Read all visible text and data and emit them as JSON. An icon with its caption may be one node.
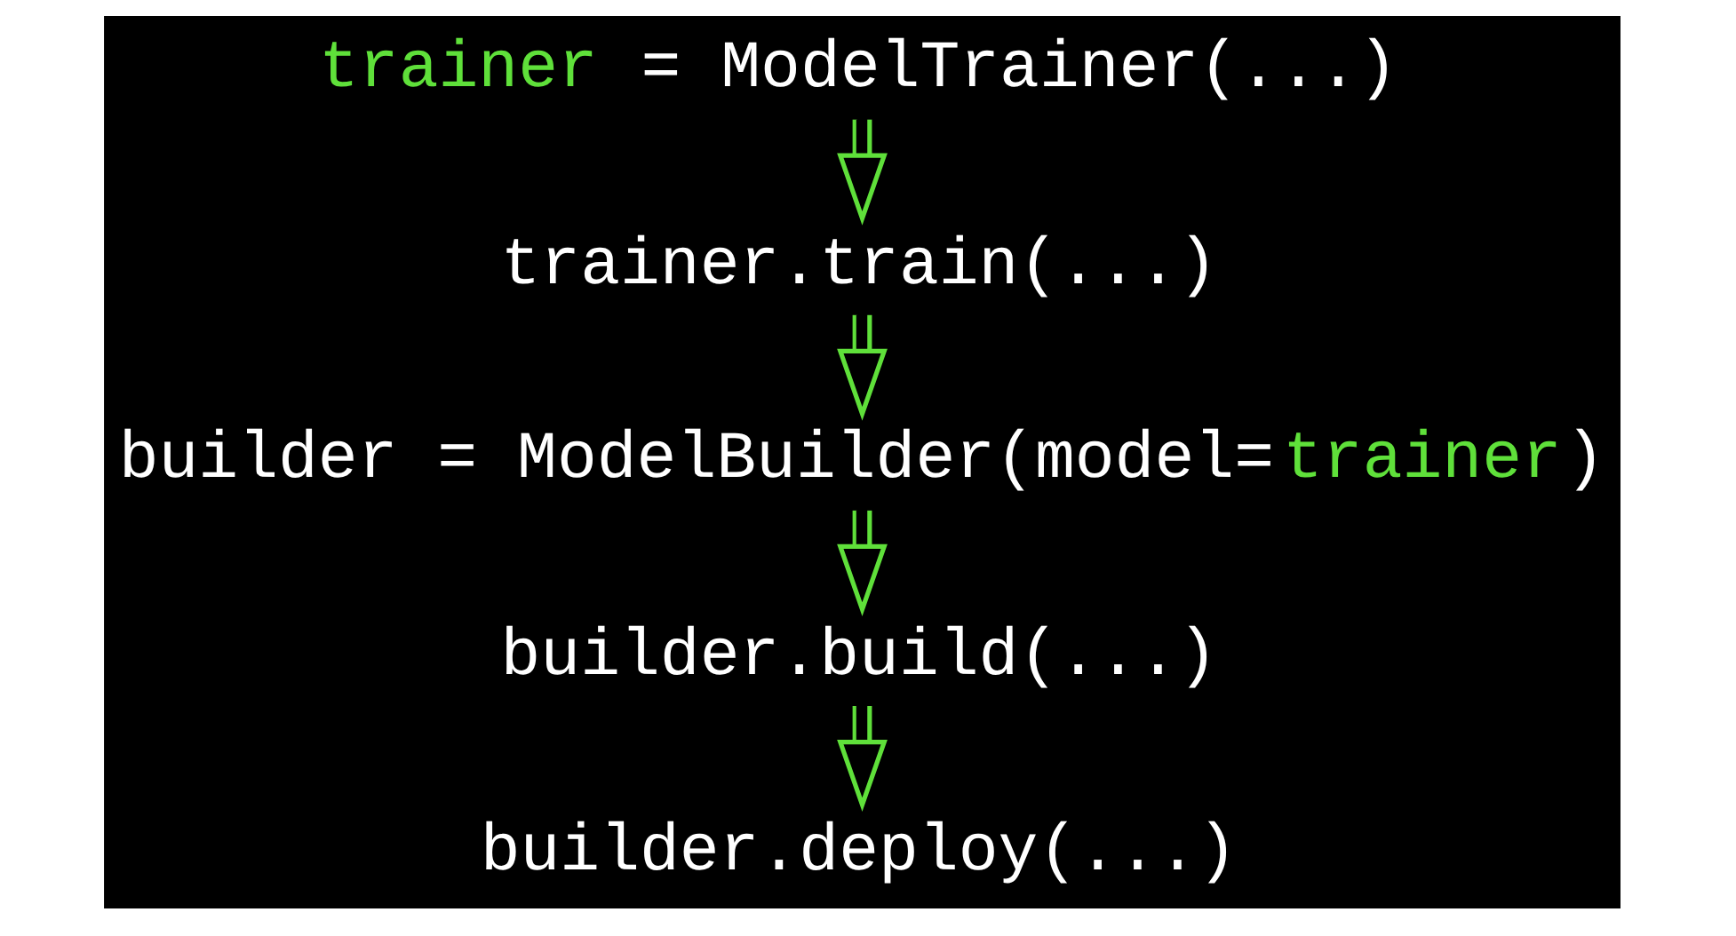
{
  "diagram": {
    "nodes": [
      {
        "text": [
          "trainer = ModelTrainer(...)"
        ]
      },
      {
        "text": [
          "trainer.train(...)"
        ]
      },
      {
        "text": [
          "builder = ModelBuilder(model=trainer)"
        ]
      },
      {
        "text": [
          "builder.build(...)"
        ]
      },
      {
        "text": [
          "builder.deploy(...)"
        ]
      }
    ],
    "edges": [
      {
        "from": 0,
        "to": 1,
        "arrow": "to"
      },
      {
        "from": 1,
        "to": 2,
        "arrow": "to"
      },
      {
        "from": 2,
        "to": 3,
        "arrow": "to"
      },
      {
        "from": 3,
        "to": 4,
        "arrow": "to"
      }
    ]
  }
}
